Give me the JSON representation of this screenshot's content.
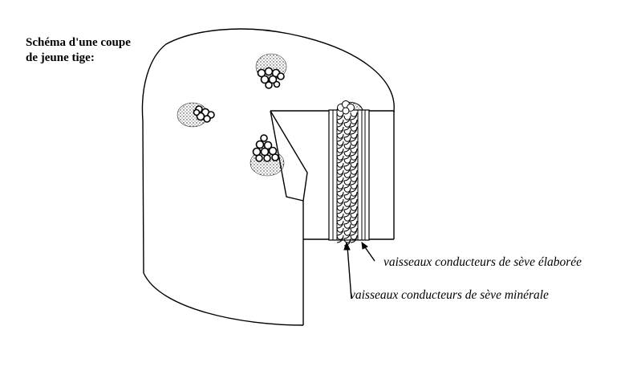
{
  "title": {
    "line1": "Schéma d'une coupe",
    "line2": "de jeune tige:"
  },
  "labels": {
    "seve_elaboree": "vaisseaux conducteurs de sève élaborée",
    "seve_minerale": "vaisseaux conducteurs de sève minérale"
  }
}
